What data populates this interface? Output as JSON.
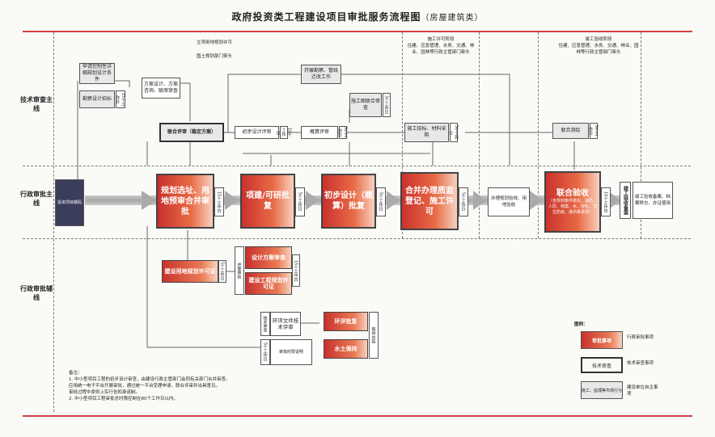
{
  "title": "政府投资类工程建设项目审批服务流程图",
  "subtitle": "（房屋建筑类）",
  "lanes": {
    "tech": "技术审查主线",
    "admin": "行政审批主线",
    "aux": "行政审批辅线"
  },
  "phases": {
    "p1a": "立项用地规划许可",
    "p1b": "国土规划部门牵头",
    "p3": "施工许可阶段\n住建、应急管理、水务、交通、林业、园林等行政主管部门牵头",
    "p4": "竣工验收阶段\n住建、应急管理、水务、交通、林业、园林等行政主管部门牵头"
  },
  "tech_boxes": {
    "b1": "申请控制性详细规划设计条件",
    "b2": "勘察设计招标",
    "b3": "方案设计、方案咨询、联席审查",
    "b4": "联合评审（稳定方案）",
    "b5": "初步设计评审",
    "b6": "概算评审",
    "b7": "开展勘察、管线迁改工作",
    "b8": "施工图联合审查",
    "b9": "施工招标、材料采购",
    "b10": "联合测绘"
  },
  "main_steps": {
    "s0": "投资项目赋码",
    "s1": "规划选址、用地预审合并审批",
    "s2": "项建/可研批复",
    "s3": "初步设计（概算）批复",
    "s4": "合并办理质监登记、施工许可",
    "s5": "办理规划验线、用地验收",
    "s6": "联合验收",
    "s6sub": "（含规划条件核实、消防、人防、档案、水、绿化、卫生防疫、通讯等事项）",
    "s7": "竣工验收备案",
    "s7b": "竣工验收备案、档案移交、办证使用"
  },
  "aux_boxes": {
    "a1": "建设用地规划许可证",
    "a2": "设计方案审查",
    "a3": "建设工程规划许可证",
    "a4": "环评文件技术评审",
    "a5": "环评批复",
    "a6": "水土保持",
    "a7": "审批时限说明",
    "a8": "技术审查",
    "a9": "5个工作日"
  },
  "tags": {
    "t1": "15个工作日",
    "t2": "5个工作日",
    "t3": "10个工作日",
    "t4": "5个工作日",
    "t5": "3个工作日",
    "t6": "并联审批",
    "t7": "限时办结"
  },
  "notes": {
    "head": "备注：",
    "n1": "1. 中小型项目工程的初步设计审查，由建设行政主管部门会同有关部门合并审查。",
    "n2": "  应用统一电子平台开展审批，通过统一平台受理申请、联合评审并出具意见。",
    "n3": "  审批过程中原则上实行告知承诺制。",
    "n4": "2. 中小型项目工程审批总时限控制在80个工作日以内。"
  },
  "legend": {
    "head": "图例：",
    "l1": "审批事项",
    "l1d": "行政审批事项",
    "l2": "技术审查",
    "l2d": "技术审查事项",
    "l3": "施工、监理等市场行为",
    "l3d": "建设单位自主事项"
  }
}
